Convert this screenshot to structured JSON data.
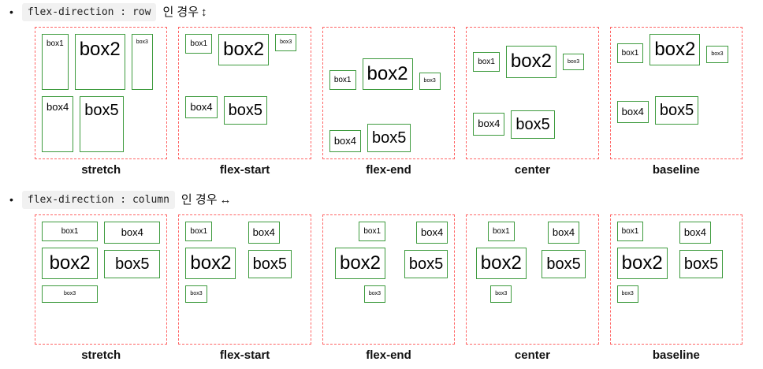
{
  "box_labels": [
    "box1",
    "box2",
    "box3",
    "box4",
    "box5"
  ],
  "sections": [
    {
      "bullet": "•",
      "code": "flex-direction : row",
      "text": "인 경우",
      "arrow": "↕",
      "direction": "row",
      "panels": [
        {
          "label": "stretch"
        },
        {
          "label": "flex-start"
        },
        {
          "label": "flex-end"
        },
        {
          "label": "center"
        },
        {
          "label": "baseline"
        }
      ]
    },
    {
      "bullet": "•",
      "code": "flex-direction : column",
      "text": "인 경우",
      "arrow": "↔",
      "direction": "column",
      "panels": [
        {
          "label": "stretch"
        },
        {
          "label": "flex-start"
        },
        {
          "label": "flex-end"
        },
        {
          "label": "center"
        },
        {
          "label": "baseline"
        }
      ]
    }
  ],
  "colors": {
    "box_border_green": "#3e9b3e",
    "container_border_red": "#ff6464",
    "inline_code_background": "#f1f1f1"
  }
}
